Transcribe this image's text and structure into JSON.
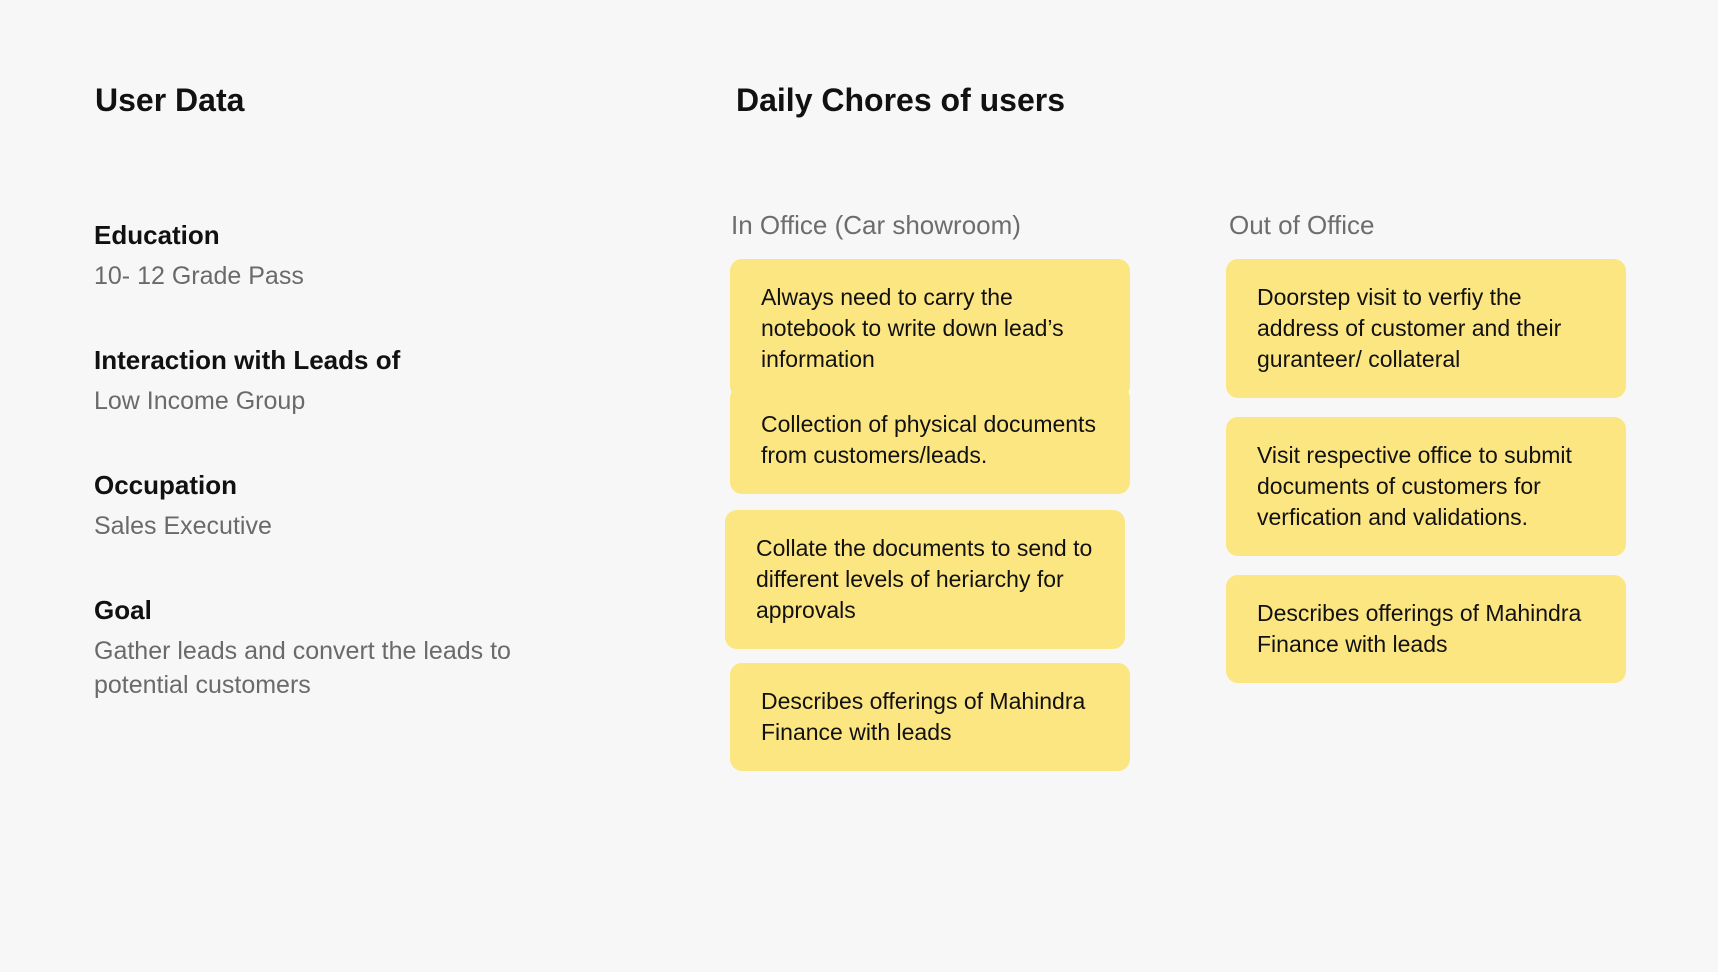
{
  "user_data": {
    "heading": "User Data",
    "fields": [
      {
        "label": "Education",
        "value": "10- 12 Grade Pass"
      },
      {
        "label": "Interaction with Leads of",
        "value": "Low Income Group"
      },
      {
        "label": "Occupation",
        "value": "Sales Executive"
      },
      {
        "label": "Goal",
        "value": "Gather leads and convert the leads to potential customers"
      }
    ]
  },
  "daily_chores": {
    "heading": "Daily Chores of users",
    "in_office": {
      "title": "In Office (Car showroom)",
      "cards": [
        "Always need to carry the notebook to write down lead’s information",
        "Collection of physical documents from customers/leads.",
        "Collate the documents to send to different levels of heriarchy for approvals",
        "Describes offerings of Mahindra Finance with leads"
      ]
    },
    "out_of_office": {
      "title": "Out of Office",
      "cards": [
        "Doorstep visit to verfiy the address of customer and their guranteer/ collateral",
        "Visit respective office to submit documents of customers for verfication and validations.",
        "Describes offerings of Mahindra Finance with leads"
      ]
    }
  },
  "colors": {
    "background": "#f7f7f7",
    "card": "#fce682",
    "label_text": "#111111",
    "value_text": "#6a6a6a"
  }
}
